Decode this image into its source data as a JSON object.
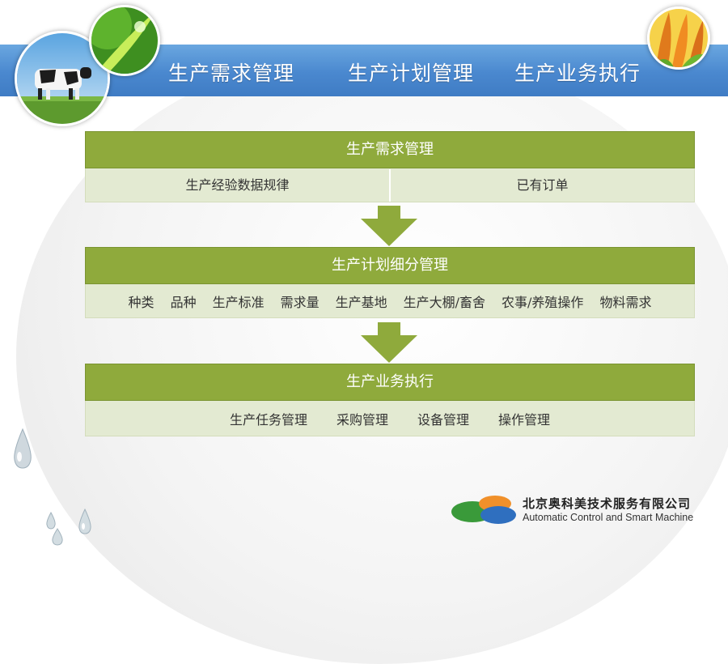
{
  "header": {
    "titles": [
      "生产需求管理",
      "生产计划管理",
      "生产业务执行"
    ],
    "band_color": "#4a88cf"
  },
  "blocks": [
    {
      "title": "生产需求管理",
      "items": [
        "生产经验数据规律",
        "已有订单"
      ]
    },
    {
      "title": "生产计划细分管理",
      "items": [
        "种类",
        "品种",
        "生产标准",
        "需求量",
        "生产基地",
        "生产大棚/畜舍",
        "农事/养殖操作",
        "物料需求"
      ]
    },
    {
      "title": "生产业务执行",
      "items": [
        "生产任务管理",
        "采购管理",
        "设备管理",
        "操作管理"
      ]
    }
  ],
  "colors": {
    "block_header": "#8faa3c",
    "block_body": "#e3ead2",
    "arrow": "#8faa3c"
  },
  "company": {
    "name_cn": "北京奥科美技术服务有限公司",
    "name_en": "Automatic Control and Smart Machine"
  },
  "icons": [
    "cow-photo",
    "leaf-droplet-photo",
    "tulip-photo",
    "flow-arrow-down",
    "water-drop",
    "company-logo"
  ]
}
